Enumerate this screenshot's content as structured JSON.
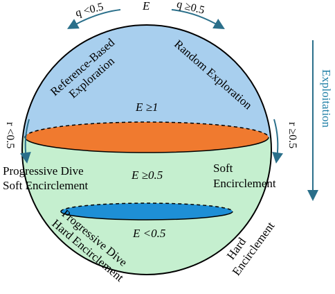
{
  "labels": {
    "top_energy": "E",
    "q_low": "q <0.5",
    "q_high": "q ≥0.5",
    "ref_explore": [
      "Reference-Based",
      "Exploration"
    ],
    "random_explore": [
      "Random Exploration"
    ],
    "e_ge_1": "E ≥1",
    "r_low": "r <0.5",
    "r_high": "r ≥0.5",
    "progressive_soft": [
      "Progressive Dive",
      "Soft Encirclement"
    ],
    "e_ge_05": "E ≥0.5",
    "soft_enc": [
      "Soft",
      "Encirclement"
    ],
    "e_lt_05": "E <0.5",
    "progressive_hard": [
      "Progressive Dive",
      "Hard Encirclement"
    ],
    "hard_enc": [
      "Hard",
      "Encirclement"
    ],
    "exploitation": "Exploitation"
  },
  "colors": {
    "top_region": "#a8cfee",
    "middle_region": "#c5efcf",
    "bottom_region": "#c5efcf",
    "orange_disk": "#f07a2f",
    "blue_disk": "#1e8fd6",
    "arrow": "#2a6f8a",
    "exploitation_text": "#1f7fa6"
  }
}
